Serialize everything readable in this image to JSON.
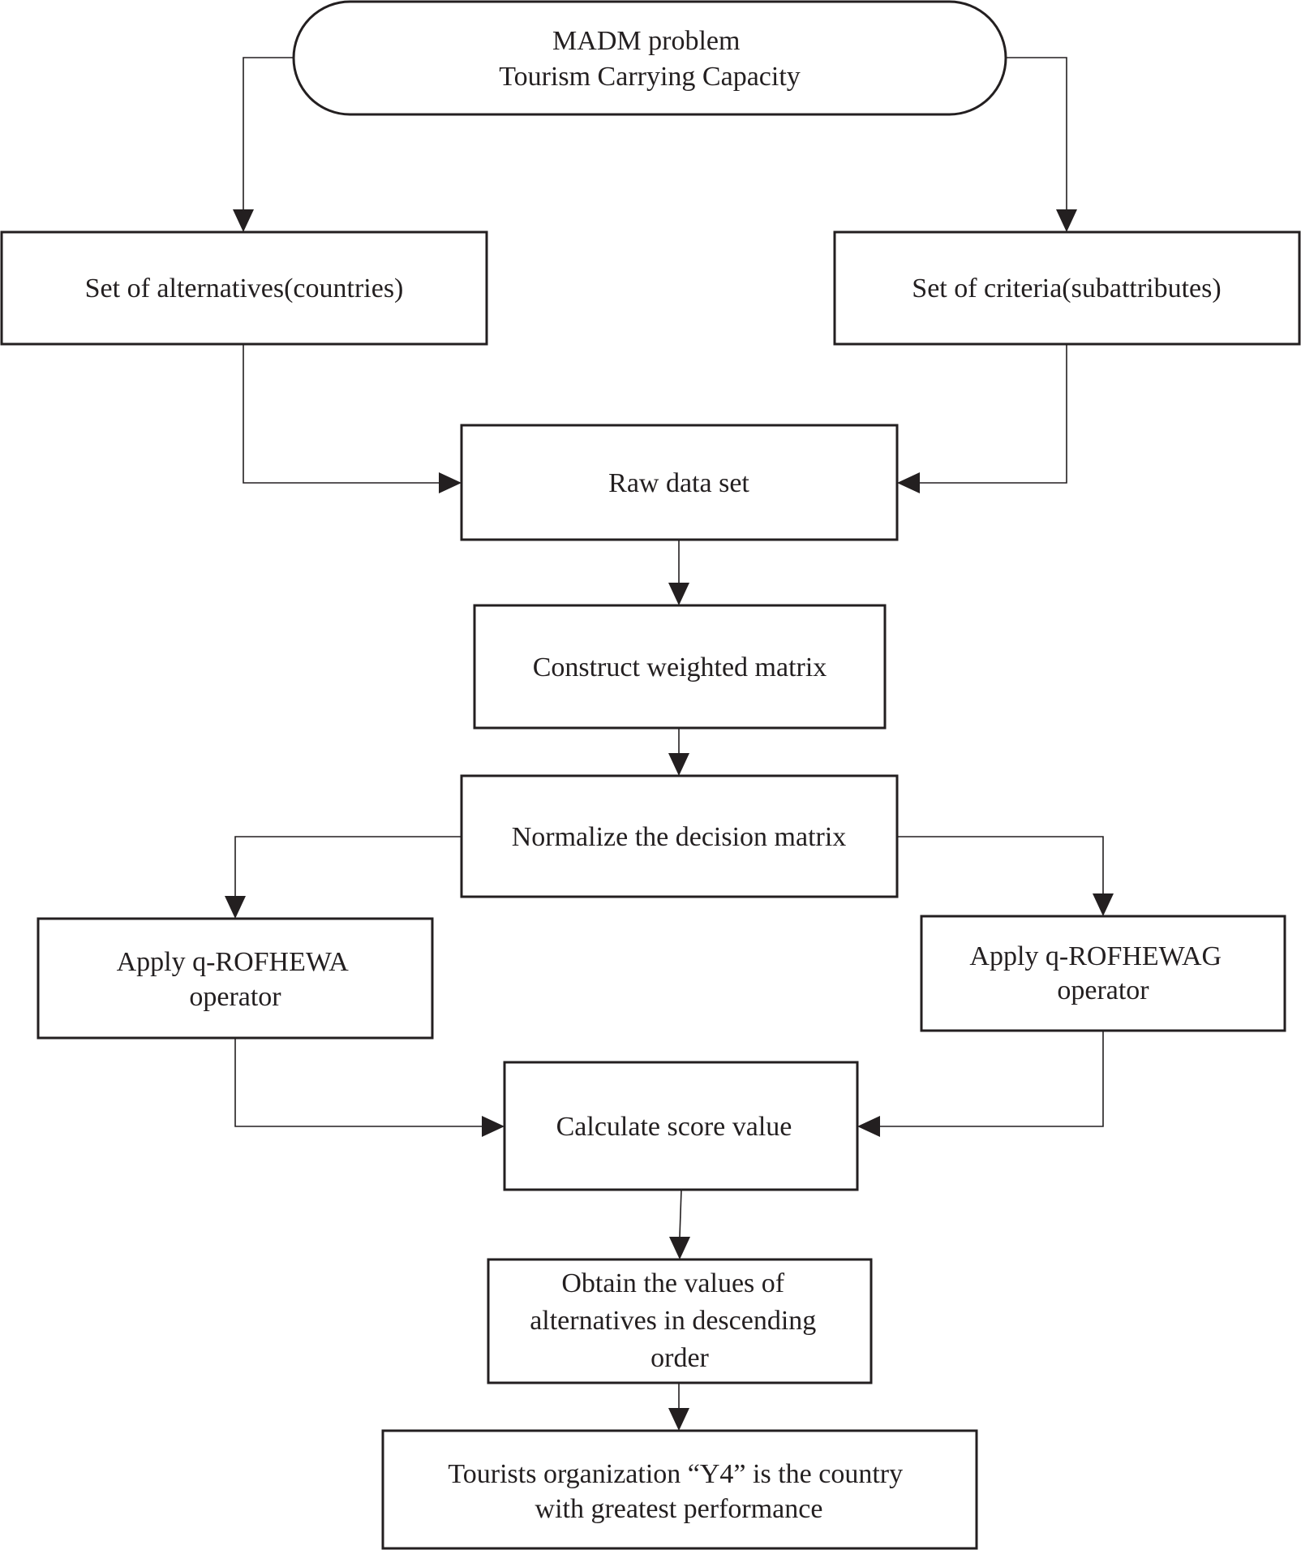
{
  "nodes": {
    "start": {
      "lines": [
        "MADM problem",
        "Tourism Carrying Capacity"
      ]
    },
    "alternatives": {
      "lines": [
        "Set of alternatives(countries)"
      ]
    },
    "criteria": {
      "lines": [
        "Set of criteria(subattributes)"
      ]
    },
    "raw_data": {
      "lines": [
        "Raw data set"
      ]
    },
    "weighted": {
      "lines": [
        "Construct weighted matrix"
      ]
    },
    "normalize": {
      "lines": [
        "Normalize the decision matrix"
      ]
    },
    "hewa": {
      "lines": [
        "Apply q-ROFHEWA",
        "operator"
      ]
    },
    "hewag": {
      "lines": [
        "Apply q-ROFHEWAG",
        "operator"
      ]
    },
    "score": {
      "lines": [
        "Calculate score value"
      ]
    },
    "order": {
      "lines": [
        "Obtain the values of",
        "alternatives in descending",
        "order"
      ]
    },
    "result": {
      "lines": [
        "Tourists organization “Y4” is  the country",
        "with greatest performance"
      ]
    }
  },
  "colors": {
    "line": "#231f20",
    "background": "#ffffff"
  }
}
